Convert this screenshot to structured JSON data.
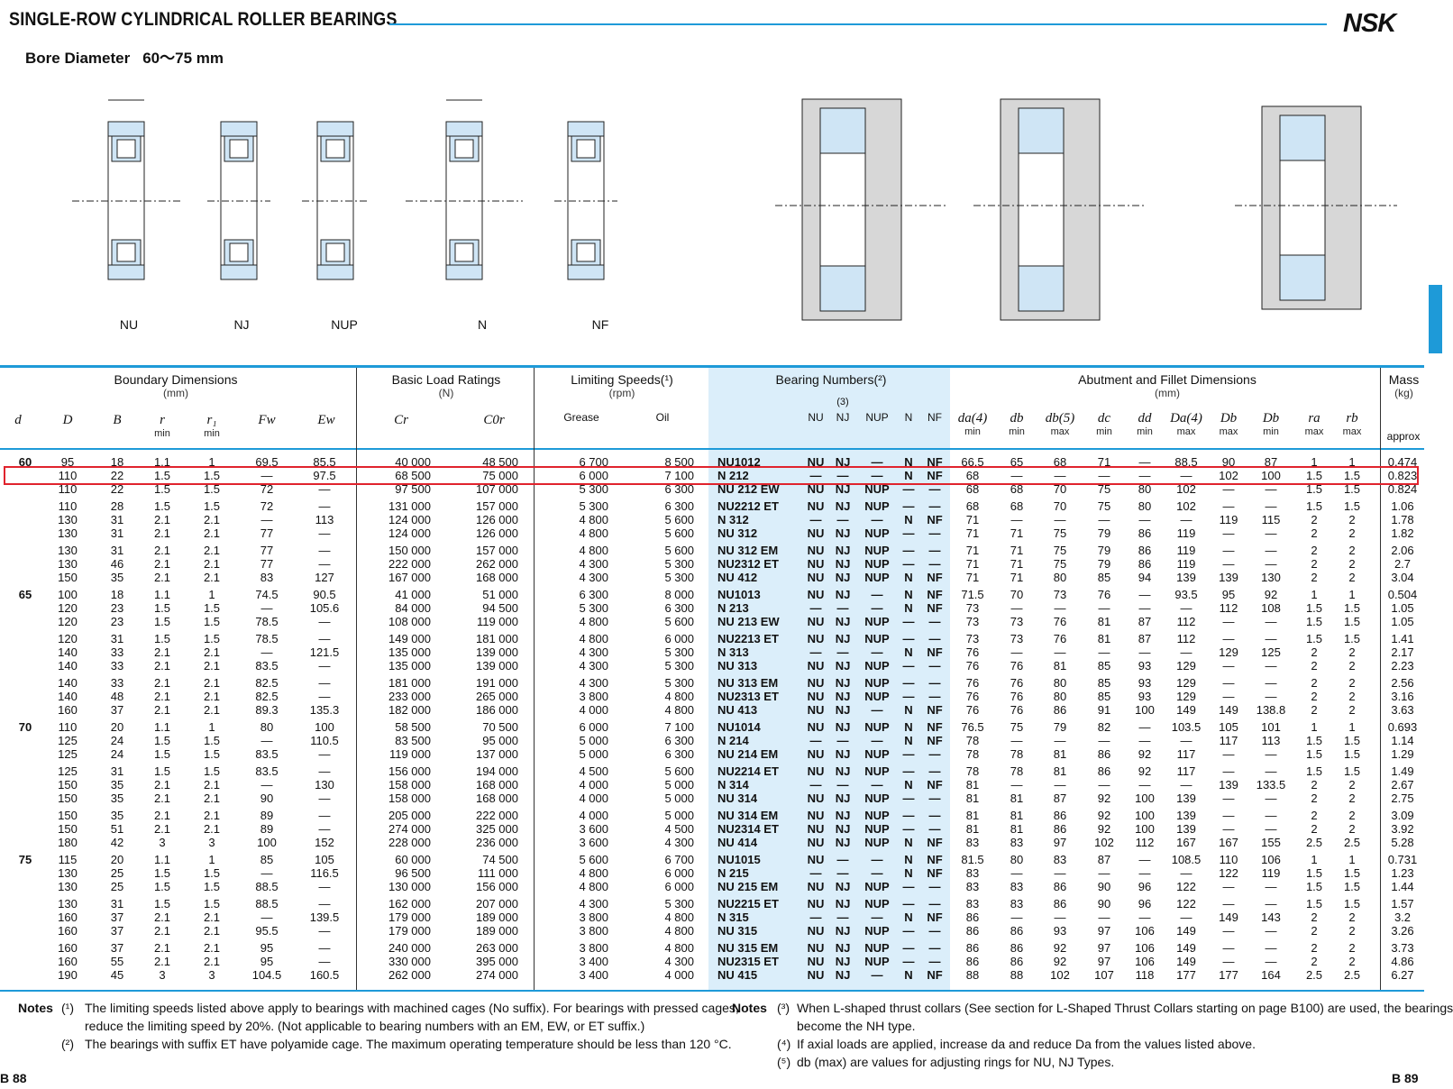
{
  "header": {
    "title": "SINGLE-ROW CYLINDRICAL ROLLER BEARINGS",
    "brand": "NSK",
    "subtitle_label": "Bore Diameter",
    "subtitle_value": "60～75 mm"
  },
  "diagrams": {
    "bearing_types": [
      "NU",
      "NJ",
      "NUP",
      "N",
      "NF"
    ]
  },
  "table_header": {
    "boundary": "Boundary Dimensions",
    "boundary_unit": "(mm)",
    "load": "Basic Load Ratings",
    "load_unit": "(N)",
    "speeds": "Limiting Speeds(¹)",
    "speeds_unit": "(rpm)",
    "numbers": "Bearing Numbers(²)",
    "abutment": "Abutment and Fillet Dimensions",
    "abutment_unit": "(mm)",
    "mass": "Mass",
    "mass_unit": "(kg)",
    "cols": {
      "d": "d",
      "D": "D",
      "B": "B",
      "r": "r",
      "r1": "r₁",
      "Fw": "Fw",
      "Ew": "Ew",
      "Cr": "Cr",
      "C0r": "C0r",
      "grease": "Grease",
      "oil": "Oil",
      "nu": "NU",
      "nj": "NJ",
      "nup": "NUP",
      "n": "N",
      "nf": "NF",
      "note3": "(3)",
      "da": "da(4)",
      "db": "db",
      "db5": "db(5)",
      "dc": "dc",
      "dd": "dd",
      "Da": "Da(4)",
      "Db1": "Db",
      "Db2": "Db",
      "ra": "ra",
      "rb": "rb",
      "approx": "approx",
      "min": "min",
      "max": "max"
    }
  },
  "rows": [
    [
      "60",
      "95",
      "18",
      "1.1",
      "1",
      "69.5",
      "85.5",
      "40 000",
      "48 500",
      "6 700",
      "8 500",
      "NU1012",
      "NU",
      "NJ",
      "—",
      "N",
      "NF",
      "66.5",
      "65",
      "68",
      "71",
      "—",
      "88.5",
      "90",
      "87",
      "1",
      "1",
      "0.474"
    ],
    [
      "",
      "110",
      "22",
      "1.5",
      "1.5",
      "—",
      "97.5",
      "68 500",
      "75 000",
      "6 000",
      "7 100",
      "N   212",
      "—",
      "—",
      "—",
      "N",
      "NF",
      "68",
      "—",
      "—",
      "—",
      "—",
      "—",
      "102",
      "100",
      "1.5",
      "1.5",
      "0.823"
    ],
    [
      "",
      "110",
      "22",
      "1.5",
      "1.5",
      "72",
      "—",
      "97 500",
      "107 000",
      "5 300",
      "6 300",
      "NU 212 EW",
      "NU",
      "NJ",
      "NUP",
      "—",
      "—",
      "68",
      "68",
      "70",
      "75",
      "80",
      "102",
      "—",
      "—",
      "1.5",
      "1.5",
      "0.824"
    ],
    [
      "",
      "110",
      "28",
      "1.5",
      "1.5",
      "72",
      "—",
      "131 000",
      "157 000",
      "5 300",
      "6 300",
      "NU2212 ET",
      "NU",
      "NJ",
      "NUP",
      "—",
      "—",
      "68",
      "68",
      "70",
      "75",
      "80",
      "102",
      "—",
      "—",
      "1.5",
      "1.5",
      "1.06"
    ],
    [
      "",
      "130",
      "31",
      "2.1",
      "2.1",
      "—",
      "113",
      "124 000",
      "126 000",
      "4 800",
      "5 600",
      "N   312",
      "—",
      "—",
      "—",
      "N",
      "NF",
      "71",
      "—",
      "—",
      "—",
      "—",
      "—",
      "119",
      "115",
      "2",
      "2",
      "1.78"
    ],
    [
      "",
      "130",
      "31",
      "2.1",
      "2.1",
      "77",
      "—",
      "124 000",
      "126 000",
      "4 800",
      "5 600",
      "NU  312",
      "NU",
      "NJ",
      "NUP",
      "—",
      "—",
      "71",
      "71",
      "75",
      "79",
      "86",
      "119",
      "—",
      "—",
      "2",
      "2",
      "1.82"
    ],
    [
      "",
      "130",
      "31",
      "2.1",
      "2.1",
      "77",
      "—",
      "150 000",
      "157 000",
      "4 800",
      "5 600",
      "NU 312 EM",
      "NU",
      "NJ",
      "NUP",
      "—",
      "—",
      "71",
      "71",
      "75",
      "79",
      "86",
      "119",
      "—",
      "—",
      "2",
      "2",
      "2.06"
    ],
    [
      "",
      "130",
      "46",
      "2.1",
      "2.1",
      "77",
      "—",
      "222 000",
      "262 000",
      "4 300",
      "5 300",
      "NU2312 ET",
      "NU",
      "NJ",
      "NUP",
      "—",
      "—",
      "71",
      "71",
      "75",
      "79",
      "86",
      "119",
      "—",
      "—",
      "2",
      "2",
      "2.7"
    ],
    [
      "",
      "150",
      "35",
      "2.1",
      "2.1",
      "83",
      "127",
      "167 000",
      "168 000",
      "4 300",
      "5 300",
      "NU  412",
      "NU",
      "NJ",
      "NUP",
      "N",
      "NF",
      "71",
      "71",
      "80",
      "85",
      "94",
      "139",
      "139",
      "130",
      "2",
      "2",
      "3.04"
    ],
    [
      "65",
      "100",
      "18",
      "1.1",
      "1",
      "74.5",
      "90.5",
      "41 000",
      "51 000",
      "6 300",
      "8 000",
      "NU1013",
      "NU",
      "NJ",
      "—",
      "N",
      "NF",
      "71.5",
      "70",
      "73",
      "76",
      "—",
      "93.5",
      "95",
      "92",
      "1",
      "1",
      "0.504"
    ],
    [
      "",
      "120",
      "23",
      "1.5",
      "1.5",
      "—",
      "105.6",
      "84 000",
      "94 500",
      "5 300",
      "6 300",
      "N   213",
      "—",
      "—",
      "—",
      "N",
      "NF",
      "73",
      "—",
      "—",
      "—",
      "—",
      "—",
      "112",
      "108",
      "1.5",
      "1.5",
      "1.05"
    ],
    [
      "",
      "120",
      "23",
      "1.5",
      "1.5",
      "78.5",
      "—",
      "108 000",
      "119 000",
      "4 800",
      "5 600",
      "NU 213 EW",
      "NU",
      "NJ",
      "NUP",
      "—",
      "—",
      "73",
      "73",
      "76",
      "81",
      "87",
      "112",
      "—",
      "—",
      "1.5",
      "1.5",
      "1.05"
    ],
    [
      "",
      "120",
      "31",
      "1.5",
      "1.5",
      "78.5",
      "—",
      "149 000",
      "181 000",
      "4 800",
      "6 000",
      "NU2213 ET",
      "NU",
      "NJ",
      "NUP",
      "—",
      "—",
      "73",
      "73",
      "76",
      "81",
      "87",
      "112",
      "—",
      "—",
      "1.5",
      "1.5",
      "1.41"
    ],
    [
      "",
      "140",
      "33",
      "2.1",
      "2.1",
      "—",
      "121.5",
      "135 000",
      "139 000",
      "4 300",
      "5 300",
      "N   313",
      "—",
      "—",
      "—",
      "N",
      "NF",
      "76",
      "—",
      "—",
      "—",
      "—",
      "—",
      "129",
      "125",
      "2",
      "2",
      "2.17"
    ],
    [
      "",
      "140",
      "33",
      "2.1",
      "2.1",
      "83.5",
      "—",
      "135 000",
      "139 000",
      "4 300",
      "5 300",
      "NU  313",
      "NU",
      "NJ",
      "NUP",
      "—",
      "—",
      "76",
      "76",
      "81",
      "85",
      "93",
      "129",
      "—",
      "—",
      "2",
      "2",
      "2.23"
    ],
    [
      "",
      "140",
      "33",
      "2.1",
      "2.1",
      "82.5",
      "—",
      "181 000",
      "191 000",
      "4 300",
      "5 300",
      "NU 313 EM",
      "NU",
      "NJ",
      "NUP",
      "—",
      "—",
      "76",
      "76",
      "80",
      "85",
      "93",
      "129",
      "—",
      "—",
      "2",
      "2",
      "2.56"
    ],
    [
      "",
      "140",
      "48",
      "2.1",
      "2.1",
      "82.5",
      "—",
      "233 000",
      "265 000",
      "3 800",
      "4 800",
      "NU2313 ET",
      "NU",
      "NJ",
      "NUP",
      "—",
      "—",
      "76",
      "76",
      "80",
      "85",
      "93",
      "129",
      "—",
      "—",
      "2",
      "2",
      "3.16"
    ],
    [
      "",
      "160",
      "37",
      "2.1",
      "2.1",
      "89.3",
      "135.3",
      "182 000",
      "186 000",
      "4 000",
      "4 800",
      "NU  413",
      "NU",
      "NJ",
      "—",
      "N",
      "NF",
      "76",
      "76",
      "86",
      "91",
      "100",
      "149",
      "149",
      "138.8",
      "2",
      "2",
      "3.63"
    ],
    [
      "70",
      "110",
      "20",
      "1.1",
      "1",
      "80",
      "100",
      "58 500",
      "70 500",
      "6 000",
      "7 100",
      "NU1014",
      "NU",
      "NJ",
      "NUP",
      "N",
      "NF",
      "76.5",
      "75",
      "79",
      "82",
      "—",
      "103.5",
      "105",
      "101",
      "1",
      "1",
      "0.693"
    ],
    [
      "",
      "125",
      "24",
      "1.5",
      "1.5",
      "—",
      "110.5",
      "83 500",
      "95 000",
      "5 000",
      "6 300",
      "N   214",
      "—",
      "—",
      "—",
      "N",
      "NF",
      "78",
      "—",
      "—",
      "—",
      "—",
      "—",
      "117",
      "113",
      "1.5",
      "1.5",
      "1.14"
    ],
    [
      "",
      "125",
      "24",
      "1.5",
      "1.5",
      "83.5",
      "—",
      "119 000",
      "137 000",
      "5 000",
      "6 300",
      "NU 214 EM",
      "NU",
      "NJ",
      "NUP",
      "—",
      "—",
      "78",
      "78",
      "81",
      "86",
      "92",
      "117",
      "—",
      "—",
      "1.5",
      "1.5",
      "1.29"
    ],
    [
      "",
      "125",
      "31",
      "1.5",
      "1.5",
      "83.5",
      "—",
      "156 000",
      "194 000",
      "4 500",
      "5 600",
      "NU2214 ET",
      "NU",
      "NJ",
      "NUP",
      "—",
      "—",
      "78",
      "78",
      "81",
      "86",
      "92",
      "117",
      "—",
      "—",
      "1.5",
      "1.5",
      "1.49"
    ],
    [
      "",
      "150",
      "35",
      "2.1",
      "2.1",
      "—",
      "130",
      "158 000",
      "168 000",
      "4 000",
      "5 000",
      "N   314",
      "—",
      "—",
      "—",
      "N",
      "NF",
      "81",
      "—",
      "—",
      "—",
      "—",
      "—",
      "139",
      "133.5",
      "2",
      "2",
      "2.67"
    ],
    [
      "",
      "150",
      "35",
      "2.1",
      "2.1",
      "90",
      "—",
      "158 000",
      "168 000",
      "4 000",
      "5 000",
      "NU  314",
      "NU",
      "NJ",
      "NUP",
      "—",
      "—",
      "81",
      "81",
      "87",
      "92",
      "100",
      "139",
      "—",
      "—",
      "2",
      "2",
      "2.75"
    ],
    [
      "",
      "150",
      "35",
      "2.1",
      "2.1",
      "89",
      "—",
      "205 000",
      "222 000",
      "4 000",
      "5 000",
      "NU 314 EM",
      "NU",
      "NJ",
      "NUP",
      "—",
      "—",
      "81",
      "81",
      "86",
      "92",
      "100",
      "139",
      "—",
      "—",
      "2",
      "2",
      "3.09"
    ],
    [
      "",
      "150",
      "51",
      "2.1",
      "2.1",
      "89",
      "—",
      "274 000",
      "325 000",
      "3 600",
      "4 500",
      "NU2314 ET",
      "NU",
      "NJ",
      "NUP",
      "—",
      "—",
      "81",
      "81",
      "86",
      "92",
      "100",
      "139",
      "—",
      "—",
      "2",
      "2",
      "3.92"
    ],
    [
      "",
      "180",
      "42",
      "3",
      "3",
      "100",
      "152",
      "228 000",
      "236 000",
      "3 600",
      "4 300",
      "NU  414",
      "NU",
      "NJ",
      "NUP",
      "N",
      "NF",
      "83",
      "83",
      "97",
      "102",
      "112",
      "167",
      "167",
      "155",
      "2.5",
      "2.5",
      "5.28"
    ],
    [
      "75",
      "115",
      "20",
      "1.1",
      "1",
      "85",
      "105",
      "60 000",
      "74 500",
      "5 600",
      "6 700",
      "NU1015",
      "NU",
      "—",
      "—",
      "N",
      "NF",
      "81.5",
      "80",
      "83",
      "87",
      "—",
      "108.5",
      "110",
      "106",
      "1",
      "1",
      "0.731"
    ],
    [
      "",
      "130",
      "25",
      "1.5",
      "1.5",
      "—",
      "116.5",
      "96 500",
      "111 000",
      "4 800",
      "6 000",
      "N   215",
      "—",
      "—",
      "—",
      "N",
      "NF",
      "83",
      "—",
      "—",
      "—",
      "—",
      "—",
      "122",
      "119",
      "1.5",
      "1.5",
      "1.23"
    ],
    [
      "",
      "130",
      "25",
      "1.5",
      "1.5",
      "88.5",
      "—",
      "130 000",
      "156 000",
      "4 800",
      "6 000",
      "NU 215 EM",
      "NU",
      "NJ",
      "NUP",
      "—",
      "—",
      "83",
      "83",
      "86",
      "90",
      "96",
      "122",
      "—",
      "—",
      "1.5",
      "1.5",
      "1.44"
    ],
    [
      "",
      "130",
      "31",
      "1.5",
      "1.5",
      "88.5",
      "—",
      "162 000",
      "207 000",
      "4 300",
      "5 300",
      "NU2215 ET",
      "NU",
      "NJ",
      "NUP",
      "—",
      "—",
      "83",
      "83",
      "86",
      "90",
      "96",
      "122",
      "—",
      "—",
      "1.5",
      "1.5",
      "1.57"
    ],
    [
      "",
      "160",
      "37",
      "2.1",
      "2.1",
      "—",
      "139.5",
      "179 000",
      "189 000",
      "3 800",
      "4 800",
      "N   315",
      "—",
      "—",
      "—",
      "N",
      "NF",
      "86",
      "—",
      "—",
      "—",
      "—",
      "—",
      "149",
      "143",
      "2",
      "2",
      "3.2"
    ],
    [
      "",
      "160",
      "37",
      "2.1",
      "2.1",
      "95.5",
      "—",
      "179 000",
      "189 000",
      "3 800",
      "4 800",
      "NU  315",
      "NU",
      "NJ",
      "NUP",
      "—",
      "—",
      "86",
      "86",
      "93",
      "97",
      "106",
      "149",
      "—",
      "—",
      "2",
      "2",
      "3.26"
    ],
    [
      "",
      "160",
      "37",
      "2.1",
      "2.1",
      "95",
      "—",
      "240 000",
      "263 000",
      "3 800",
      "4 800",
      "NU 315 EM",
      "NU",
      "NJ",
      "NUP",
      "—",
      "—",
      "86",
      "86",
      "92",
      "97",
      "106",
      "149",
      "—",
      "—",
      "2",
      "2",
      "3.73"
    ],
    [
      "",
      "160",
      "55",
      "2.1",
      "2.1",
      "95",
      "—",
      "330 000",
      "395 000",
      "3 400",
      "4 300",
      "NU2315 ET",
      "NU",
      "NJ",
      "NUP",
      "—",
      "—",
      "86",
      "86",
      "92",
      "97",
      "106",
      "149",
      "—",
      "—",
      "2",
      "2",
      "4.86"
    ],
    [
      "",
      "190",
      "45",
      "3",
      "3",
      "104.5",
      "160.5",
      "262 000",
      "274 000",
      "3 400",
      "4 000",
      "NU  415",
      "NU",
      "NJ",
      "—",
      "N",
      "NF",
      "88",
      "88",
      "102",
      "107",
      "118",
      "177",
      "177",
      "164",
      "2.5",
      "2.5",
      "6.27"
    ]
  ],
  "notes_left": {
    "label": "Notes",
    "n1_mark": "(¹)",
    "n1": "The limiting speeds listed above apply to bearings with machined cages (No suffix). For bearings with pressed cages,",
    "n1b": "reduce the limiting speed by 20%. (Not applicable to bearing numbers with an EM, EW, or ET suffix.)",
    "n2_mark": "(²)",
    "n2": "The bearings with suffix ET have polyamide cage. The maximum operating temperature should be less than 120 °C."
  },
  "notes_right": {
    "label": "Notes",
    "n3_mark": "(³)",
    "n3": "When L-shaped thrust collars (See section for L-Shaped Thrust Collars starting on page B100) are used, the bearings",
    "n3b": "become the NH type.",
    "n4_mark": "(⁴)",
    "n4": "If axial loads are applied, increase da and reduce Da from the values listed above.",
    "n5_mark": "(⁵)",
    "n5": "db (max) are values for adjusting rings for NU, NJ Types."
  },
  "page_left": "B 88",
  "page_right": "B 89"
}
